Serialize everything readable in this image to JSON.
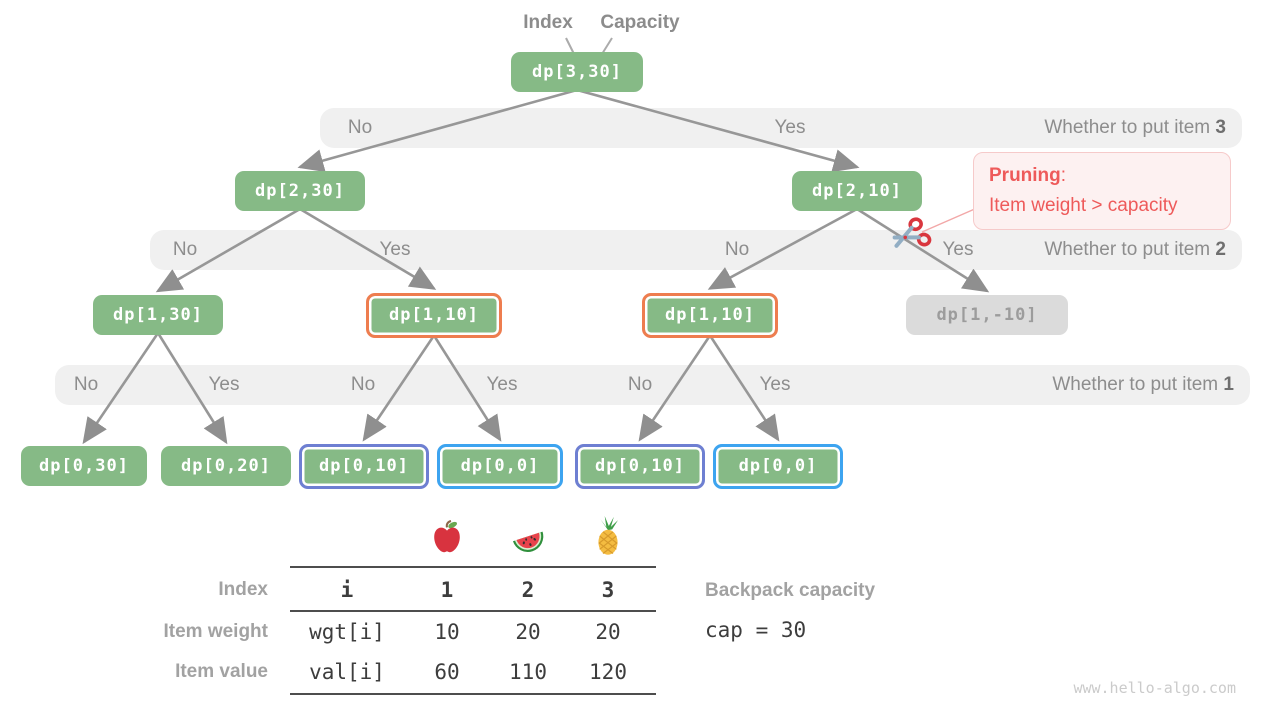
{
  "pointer_labels": {
    "index": "Index",
    "capacity": "Capacity"
  },
  "tree": {
    "nodes": [
      {
        "id": "dp-3-30",
        "label": "dp[3,30]",
        "variant": "green"
      },
      {
        "id": "dp-2-30",
        "label": "dp[2,30]",
        "variant": "green"
      },
      {
        "id": "dp-2-10",
        "label": "dp[2,10]",
        "variant": "green"
      },
      {
        "id": "dp-1-30",
        "label": "dp[1,30]",
        "variant": "green"
      },
      {
        "id": "dp-1-10-left",
        "label": "dp[1,10]",
        "variant": "green-orange"
      },
      {
        "id": "dp-1-10-right",
        "label": "dp[1,10]",
        "variant": "green-orange"
      },
      {
        "id": "dp-1-neg10",
        "label": "dp[1,-10]",
        "variant": "gray"
      },
      {
        "id": "dp-0-30",
        "label": "dp[0,30]",
        "variant": "green"
      },
      {
        "id": "dp-0-20",
        "label": "dp[0,20]",
        "variant": "green"
      },
      {
        "id": "dp-0-10-left",
        "label": "dp[0,10]",
        "variant": "green-purple"
      },
      {
        "id": "dp-0-0-left",
        "label": "dp[0,0]",
        "variant": "green-blue"
      },
      {
        "id": "dp-0-10-right",
        "label": "dp[0,10]",
        "variant": "green-purple"
      },
      {
        "id": "dp-0-0-right",
        "label": "dp[0,0]",
        "variant": "green-blue"
      }
    ],
    "edges": [
      {
        "from": "dp-3-30",
        "to": "dp-2-30",
        "choice": "No"
      },
      {
        "from": "dp-3-30",
        "to": "dp-2-10",
        "choice": "Yes"
      },
      {
        "from": "dp-2-30",
        "to": "dp-1-30",
        "choice": "No"
      },
      {
        "from": "dp-2-30",
        "to": "dp-1-10-left",
        "choice": "Yes"
      },
      {
        "from": "dp-2-10",
        "to": "dp-1-10-right",
        "choice": "No"
      },
      {
        "from": "dp-2-10",
        "to": "dp-1-neg10",
        "choice": "Yes",
        "pruned": true
      },
      {
        "from": "dp-1-30",
        "to": "dp-0-30",
        "choice": "No"
      },
      {
        "from": "dp-1-30",
        "to": "dp-0-20",
        "choice": "Yes"
      },
      {
        "from": "dp-1-10-left",
        "to": "dp-0-10-left",
        "choice": "No"
      },
      {
        "from": "dp-1-10-left",
        "to": "dp-0-0-left",
        "choice": "Yes"
      },
      {
        "from": "dp-1-10-right",
        "to": "dp-0-10-right",
        "choice": "No"
      },
      {
        "from": "dp-1-10-right",
        "to": "dp-0-0-right",
        "choice": "Yes"
      }
    ]
  },
  "bands": [
    {
      "options": [
        "No",
        "Yes"
      ],
      "question_prefix": "Whether to put item",
      "item_number": "3"
    },
    {
      "options": [
        "No",
        "Yes",
        "No",
        "Yes"
      ],
      "question_prefix": "Whether to put item",
      "item_number": "2"
    },
    {
      "options": [
        "No",
        "Yes",
        "No",
        "Yes",
        "No",
        "Yes"
      ],
      "question_prefix": "Whether to put item",
      "item_number": "1"
    }
  ],
  "pruning_note": {
    "title": "Pruning",
    "colon": ":",
    "text": "Item weight > capacity"
  },
  "table": {
    "fruits": [
      "apple",
      "watermelon",
      "pineapple"
    ],
    "rows": [
      {
        "label": "Index",
        "code": "i",
        "values": [
          "1",
          "2",
          "3"
        ],
        "bold": true
      },
      {
        "label": "Item weight",
        "code": "wgt[i]",
        "values": [
          "10",
          "20",
          "20"
        ],
        "bold": false
      },
      {
        "label": "Item value",
        "code": "val[i]",
        "values": [
          "60",
          "110",
          "120"
        ],
        "bold": false
      }
    ]
  },
  "capacity_note": {
    "label": "Backpack capacity",
    "code": "cap = 30"
  },
  "watermark": "www.hello-algo.com",
  "colors": {
    "node_green": "#86ba86",
    "node_gray": "#dbdbdb",
    "highlight_orange": "#ee7d4f",
    "highlight_purple": "#6e7fd2",
    "highlight_blue": "#3da4f0",
    "band_gray": "#f0f0f0",
    "edge_gray": "#979797",
    "pruning_red": "#ee5a5a"
  }
}
